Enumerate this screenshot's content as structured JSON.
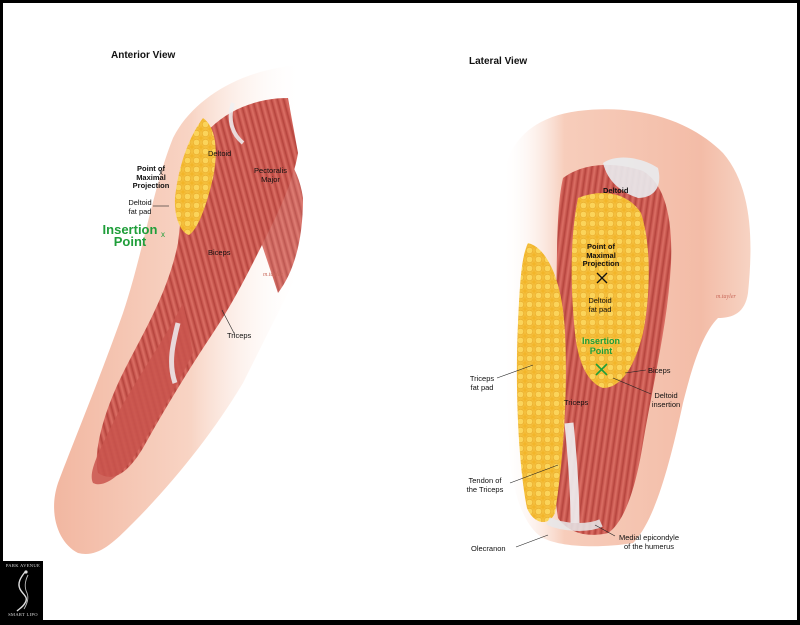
{
  "anterior": {
    "title": "Anterior View",
    "labels": {
      "point_projection": [
        "Point of",
        "Maximal",
        "Projection"
      ],
      "deltoid": "Deltoid",
      "pectoralis": [
        "Pectoralis",
        "Major"
      ],
      "fat_pad": [
        "Deltoid",
        "fat pad"
      ],
      "insertion": [
        "Insertion",
        "Point"
      ],
      "biceps": "Biceps",
      "triceps": "Triceps"
    }
  },
  "lateral": {
    "title": "Lateral View",
    "labels": {
      "deltoid": "Deltoid",
      "point_projection": [
        "Point of",
        "Maximal",
        "Projection"
      ],
      "fat_pad": [
        "Deltoid",
        "fat pad"
      ],
      "insertion": [
        "Insertion",
        "Point"
      ],
      "biceps": "Biceps",
      "deltoid_insertion": [
        "Deltoid",
        "insertion"
      ],
      "triceps_fat_pad": [
        "Triceps",
        "fat pad"
      ],
      "triceps": "Triceps",
      "tendon": [
        "Tendon of",
        "the Triceps"
      ],
      "olecranon": "Olecranon",
      "epicondyle": [
        "Medial epicondyle",
        "of the humerus"
      ]
    }
  },
  "signature": "m.tayler",
  "logo": {
    "line1": "PARK AVENUE",
    "line2": "SMART LIPO"
  },
  "colors": {
    "green": "#1f9e3a",
    "muscle": "#c8554f",
    "fat": "#f6c540",
    "skin": "#f6c7b6"
  }
}
